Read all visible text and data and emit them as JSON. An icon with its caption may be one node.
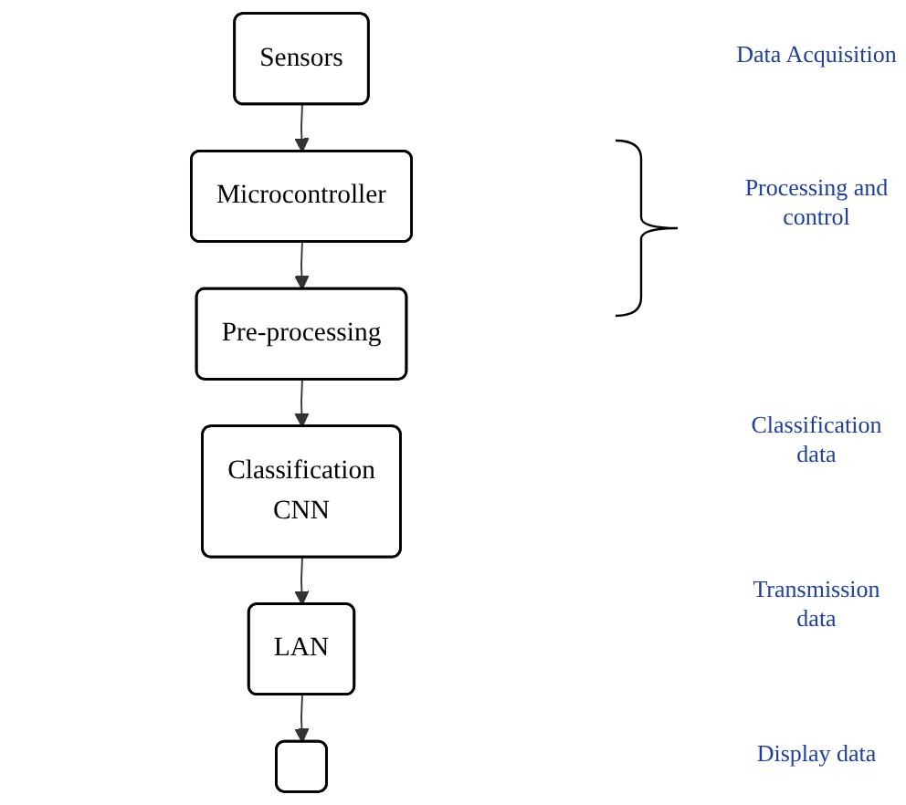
{
  "diagram": {
    "nodes": [
      {
        "text": [
          "Sensors"
        ]
      },
      {
        "text": [
          "Microcontroller"
        ]
      },
      {
        "text": [
          "Pre-processing"
        ]
      },
      {
        "text": [
          "Classification",
          "CNN"
        ]
      },
      {
        "text": [
          "LAN"
        ]
      },
      {
        "text": [],
        "shape": "box"
      }
    ],
    "edges": [
      {
        "from": 0,
        "to": 1,
        "arrow": "to"
      },
      {
        "from": 1,
        "to": 2,
        "arrow": "to"
      },
      {
        "from": 2,
        "to": 3,
        "arrow": "to"
      },
      {
        "from": 3,
        "to": 4,
        "arrow": "to"
      },
      {
        "from": 4,
        "to": 5,
        "arrow": "to"
      }
    ],
    "labels": [
      "Data Acquisition",
      "Processing and control",
      "Classification data",
      "Transmission data",
      "Display data"
    ]
  }
}
